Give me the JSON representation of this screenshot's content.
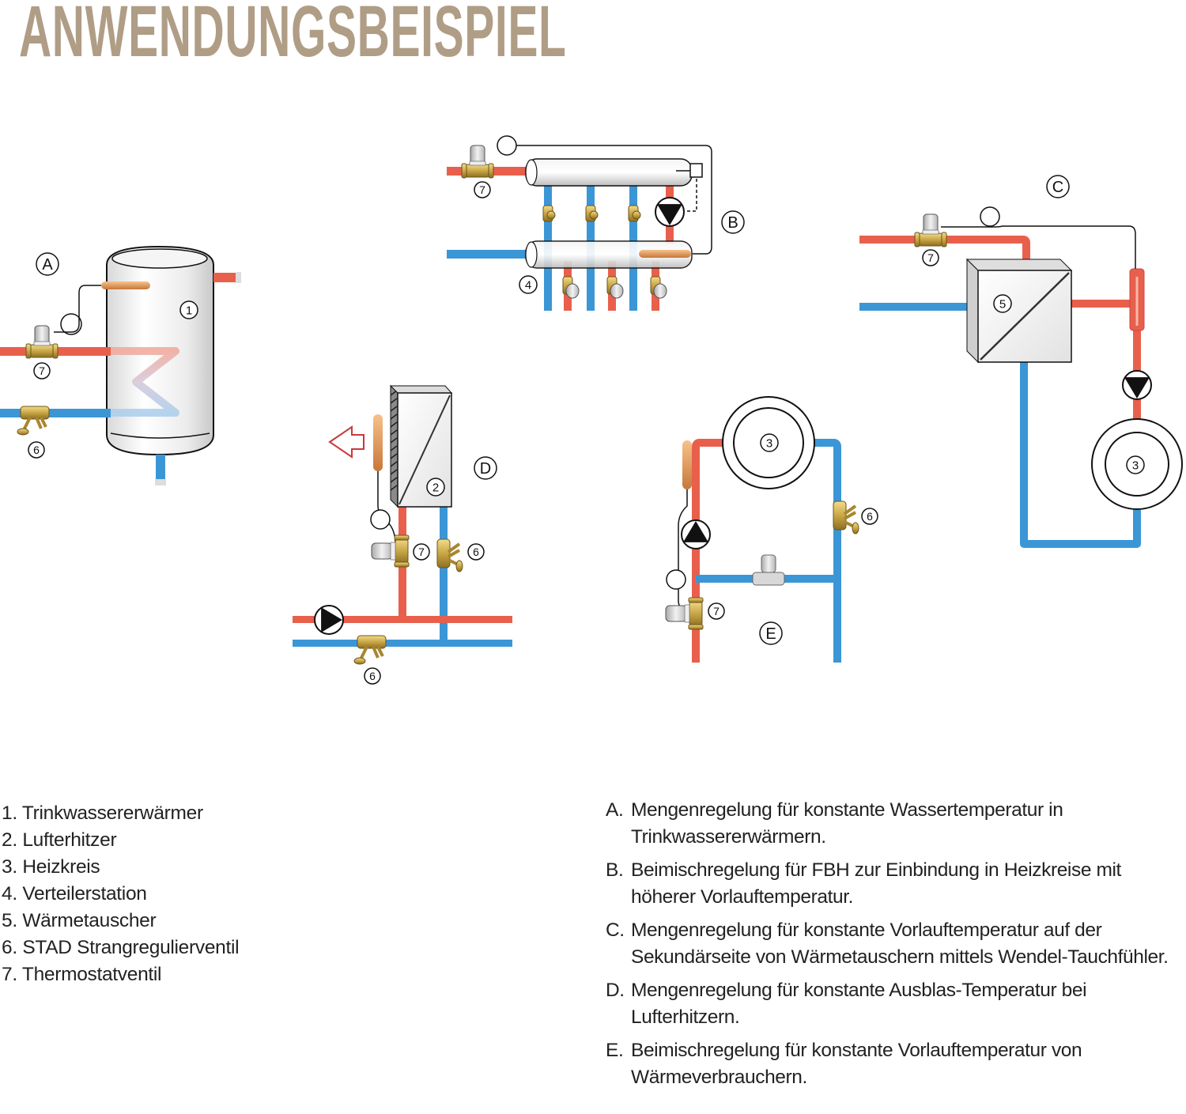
{
  "title": "ANWENDUNGSBEISPIEL",
  "colors": {
    "title": "#b09d86",
    "hot_pipe": "#e8604c",
    "cold_pipe": "#3b96d6",
    "brass": "#c9a646",
    "sensor": "#e09a5c",
    "outline": "#111111",
    "arrow_outline": "#c83a3a"
  },
  "diagram": {
    "scheme_labels": {
      "A": "A",
      "B": "B",
      "C": "C",
      "D": "D",
      "E": "E"
    },
    "component_numbers": {
      "one": "1",
      "two": "2",
      "three": "3",
      "four": "4",
      "five": "5",
      "six": "6",
      "seven": "7"
    }
  },
  "components": [
    {
      "number": "1.",
      "label": "Trinkwassererwärmer"
    },
    {
      "number": "2.",
      "label": "Lufterhitzer"
    },
    {
      "number": "3.",
      "label": "Heizkreis"
    },
    {
      "number": "4.",
      "label": "Verteilerstation"
    },
    {
      "number": "5.",
      "label": "Wärmetauscher"
    },
    {
      "number": "6.",
      "label": "STAD Strangregulierventil"
    },
    {
      "number": "7.",
      "label": "Thermostatventil"
    }
  ],
  "applications": [
    {
      "key": "A.",
      "text": "Mengenregelung für konstante Wassertemperatur in Trinkwassererwärmern."
    },
    {
      "key": "B.",
      "text": "Beimischregelung für FBH zur Einbindung in Heizkreise mit höherer Vorlauftemperatur."
    },
    {
      "key": "C.",
      "text": "Mengenregelung für konstante Vorlauftemperatur auf der Sekundärseite von Wärmetauschern mittels Wendel-Tauchfühler."
    },
    {
      "key": "D.",
      "text": "Mengenregelung für konstante Ausblas-Temperatur bei Lufterhitzern."
    },
    {
      "key": "E.",
      "text": "Beimischregelung für konstante Vorlauftemperatur von Wärmeverbrauchern."
    }
  ]
}
